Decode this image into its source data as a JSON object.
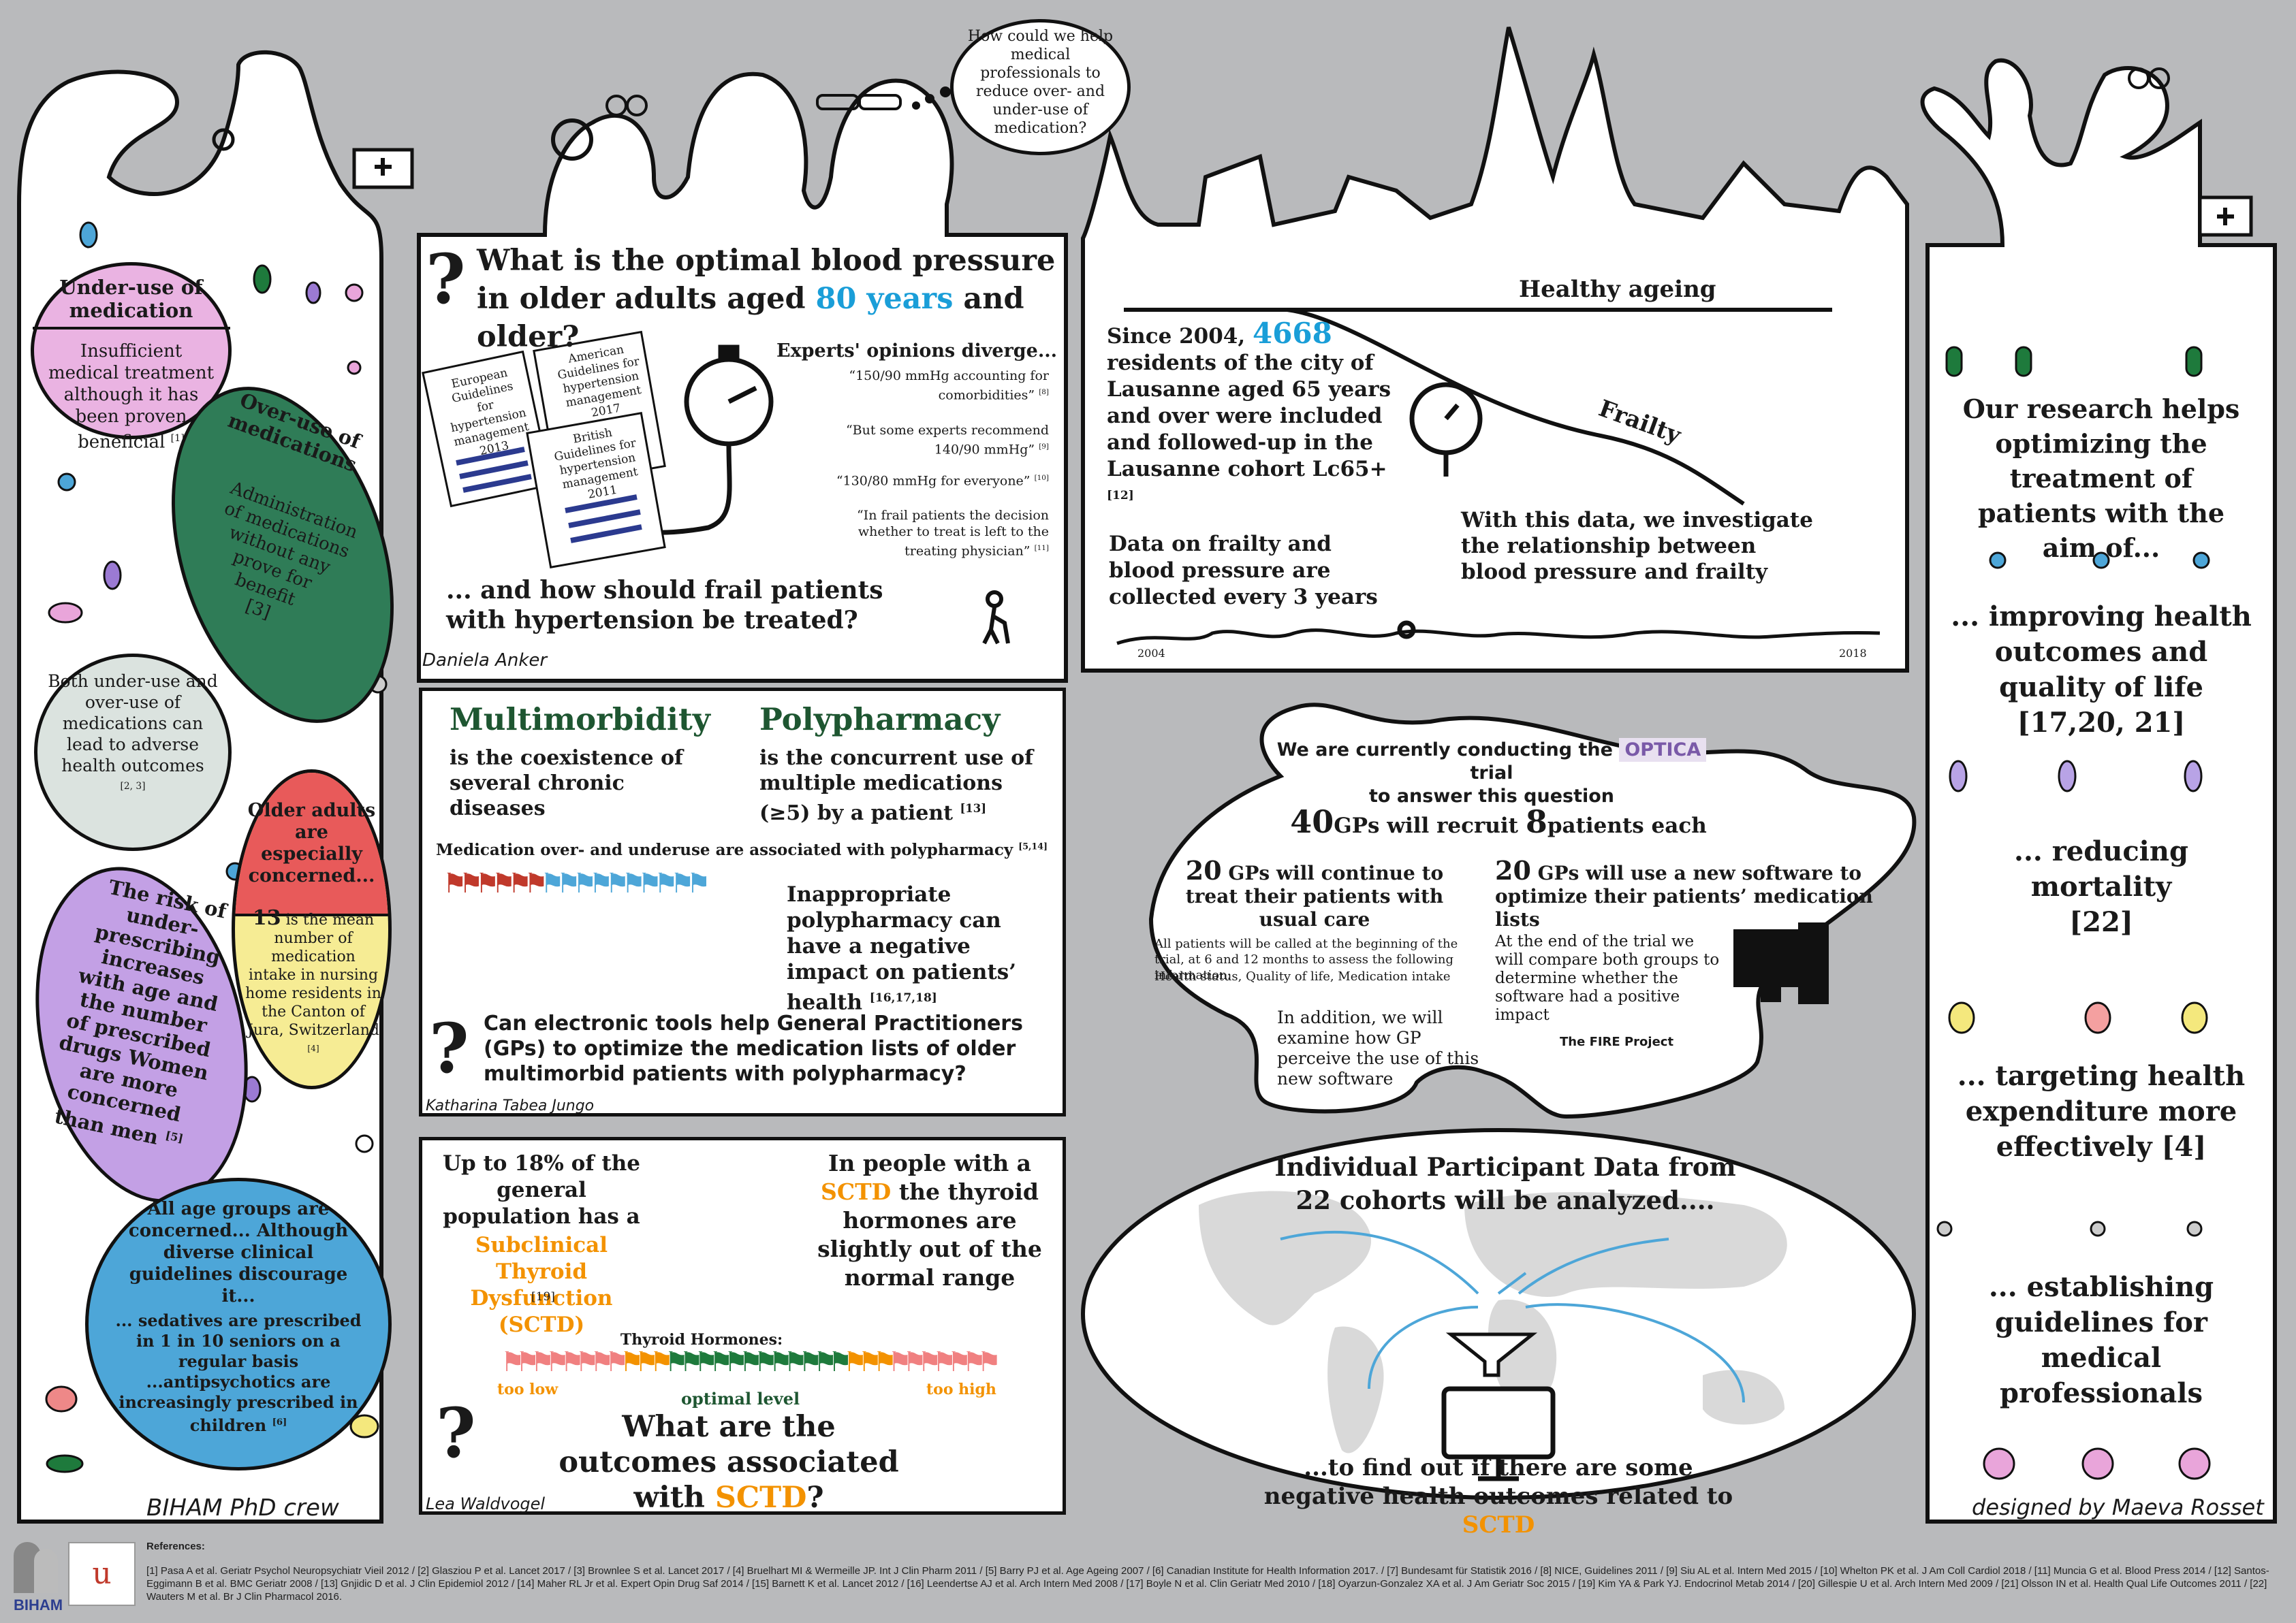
{
  "question_bubble": "How could we help medical professionals to reduce over- and under-use of medication?",
  "left": {
    "under_title": "Under-use of medication",
    "under_text": "Insufficient medical treatment although it has been proven beneficial",
    "under_ref": "[1]",
    "over_title": "Over-use of medications",
    "over_text": "Administration of medications without any prove for benefit",
    "over_ref": "[3]",
    "both_text": "Both under-use and over-use of medications can lead to adverse health outcomes",
    "both_ref": "[2, 3]",
    "older_title": "Older adults are especially concerned...",
    "older_num": "13",
    "older_text": "is the mean number of medication intake in nursing home residents in the Canton of Jura, Switzerland",
    "older_ref": "[4]",
    "risk_text": "The risk of under-prescribing increases with age and the number of prescribed drugs Women are more concerned than men",
    "risk_ref": "[5]",
    "all_title": "All age groups are concerned... Although diverse clinical guidelines discourage it...",
    "all_text": "... sedatives are prescribed in 1 in 10 seniors on a regular basis ...antipsychotics are increasingly prescribed in children",
    "all_ref": "[6]",
    "signature": "BIHAM PhD crew"
  },
  "bp": {
    "title_a": "What is the optimal blood pressure in older adults aged ",
    "title_hl": "80 years",
    "title_b": " and older?",
    "doc1": "European Guidelines for hypertension management 2013",
    "doc2": "American Guidelines for hypertension management 2017",
    "doc3": "British Guidelines for hypertension management 2011",
    "experts": "Experts' opinions diverge...",
    "q1": "“150/90 mmHg accounting for comorbidities”",
    "r1": "[8]",
    "q2": "“But some experts recommend 140/90 mmHg”",
    "r2": "[9]",
    "q3": "“130/80 mmHg for everyone”",
    "r3": "[10]",
    "q4": "“In frail patients the decision whether to treat is left to the treating physician”",
    "r4": "[11]",
    "bottom": "... and how should frail patients with hypertension be treated?",
    "signature": "Daniela Anker"
  },
  "lausanne": {
    "healthy": "Healthy ageing",
    "frailty": "Frailty",
    "since": "Since 2004,",
    "count": "4668",
    "residents": "residents of the city of Lausanne aged 65 years and over were included and followed-up in the Lausanne cohort Lc65+",
    "ref": "[12]",
    "investigate": "With this data, we investigate the relationship between blood pressure and frailty",
    "collected": "Data on frailty and blood pressure are collected every 3 years",
    "y1": "2004",
    "y2": "2018"
  },
  "multi": {
    "mm_title": "Multimorbidity",
    "mm_text": "is the coexistence of several chronic diseases",
    "pp_title": "Polypharmacy",
    "pp_text": "is the concurrent use of multiple medications (≥5) by a patient",
    "pp_ref": "[13]",
    "assoc": "Medication over- and underuse are associated with polypharmacy",
    "assoc_ref": "[5,14]",
    "inappropriate": "Inappropriate polypharmacy can have a negative impact on patients’ health",
    "inapp_ref": "[16,17,18]",
    "question": "Can electronic tools help General Practitioners (GPs) to optimize the medication lists of older multimorbid patients with polypharmacy?",
    "signature": "Katharina Tabea Jungo"
  },
  "trial": {
    "intro_a": "We are currently conducting the",
    "logo": "OPTICA",
    "intro_b": "trial",
    "intro_c": "to answer this question",
    "gps_n": "40",
    "gps_a": "GPs will recruit",
    "pat_n": "8",
    "gps_b": "patients each",
    "left_n": "20",
    "left_t": "GPs will continue to treat their patients with usual care",
    "right_n": "20",
    "right_t": "GPs will use a new software to optimize their patients’ medication lists",
    "called": "All patients will be called at the beginning of the trial, at 6 and 12 months to assess the following information:",
    "info": "Health status, Quality of life, Medication intake",
    "compare": "At the end of the trial we will compare both groups to determine whether the software had a positive impact",
    "addition": "In addition, we will examine how GP perceive the use of this new software",
    "fire": "The FIRE Project"
  },
  "thyroid": {
    "upto": "Up to 18% of the general population has a",
    "sctd": "Subclinical Thyroid Dysfunction (SCTD)",
    "ref": "[19]",
    "people_a": "In people with a",
    "people_hl": "SCTD",
    "people_b": "the thyroid hormones are slightly out of the normal range",
    "hormones": "Thyroid Hormones:",
    "low": "too low",
    "optimal": "optimal level",
    "high": "too high",
    "outcome_a": "What are the outcomes associated with ",
    "outcome_hl": "SCTD",
    "outcome_b": "?",
    "signature": "Lea Waldvogel"
  },
  "ipd": {
    "title": "Individual Participant Data from 22 cohorts will be analyzed....",
    "find_a": "...to find out if there are some negative health outcomes related to",
    "find_hl": "SCTD"
  },
  "right": {
    "intro": "Our research helps optimizing the treatment of patients with the aim of...",
    "a1": "... improving health outcomes and quality of life",
    "a1_ref": "[17,20, 21]",
    "a2": "... reducing mortality",
    "a2_ref": "[22]",
    "a3": "... targeting health expenditure more effectively",
    "a3_ref": "[4]",
    "a4": "... establishing guidelines for medical professionals",
    "signature": "designed by Maeva Rosset"
  },
  "footer": {
    "logo": "BIHAM",
    "refs_label": "References:",
    "refs": "[1] Pasa A et al. Geriatr Psychol Neuropsychiatr Vieil 2012 / [2] Glasziou P et al. Lancet 2017 / [3] Brownlee S et al. Lancet 2017 / [4] Bruelhart MI & Wermeille JP. Int J Clin Pharm 2011 / [5] Barry PJ et al. Age Ageing 2007 / [6] Canadian Institute for Health Information 2017. / [7] Bundesamt für Statistik 2016 / [8] NICE, Guidelines 2011 / [9] Siu AL et al. Intern Med 2015 / [10] Whelton PK et al. J Am Coll Cardiol 2018 / [11] Muncia G et al. Blood Press 2014 / [12] Santos-Eggimann B et al. BMC Geriatr 2008 / [13] Gnjidic D et al. J Clin Epidemiol 2012 / [14] Maher RL Jr et al. Expert Opin Drug Saf 2014 / [15] Barnett K et al. Lancet 2012 / [16] Leendertse AJ et al. Arch Intern Med 2008 / [17] Boyle N et al. Clin Geriatr Med 2010 / [18] Oyarzun-Gonzalez XA et al. J Am Geriatr Soc 2015 / [19] Kim YA & Park YJ. Endocrinol Metab 2014 / [20] Gillespie U et al. Arch Intern Med 2009 / [21] Olsson IN et al. Health Qual Life Outcomes 2011 / [22] Wauters M et al. Br J Clin Pharmacol 2016."
  }
}
